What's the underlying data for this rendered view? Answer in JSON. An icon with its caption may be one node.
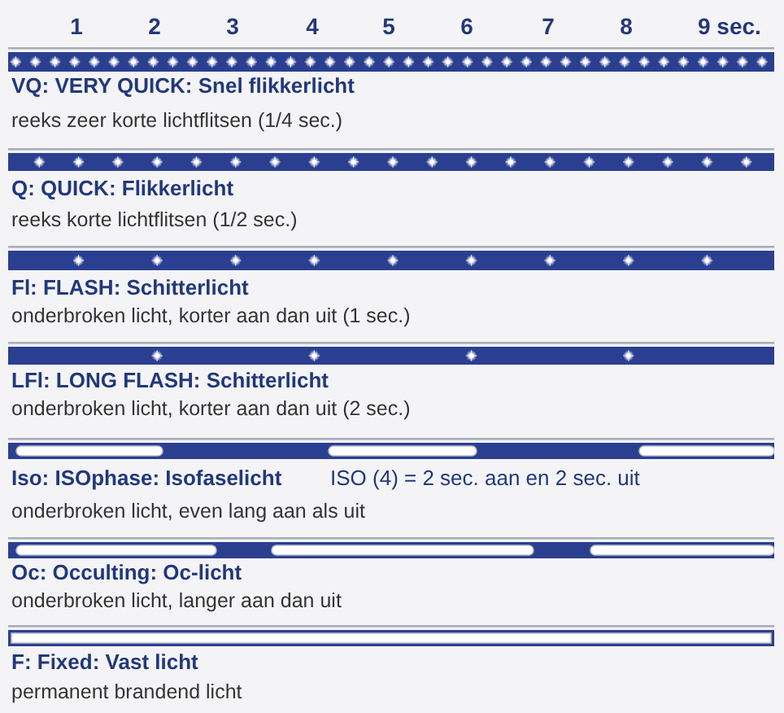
{
  "diagram": {
    "labels": [
      "1",
      "2",
      "3",
      "4",
      "5",
      "6",
      "7",
      "8",
      "9 sec.",
      "VQ: VERY QUICK: Snel flikkerlicht",
      "reeks zeer korte lichtflitsen (1/4 sec.)",
      "Q: QUICK: Flikkerlicht",
      "reeks korte lichtflitsen (1/2 sec.)",
      "Fl: FLASH: Schitterlicht",
      "onderbroken licht, korter aan dan uit (1 sec.)",
      "LFl: LONG FLASH: Schitterlicht",
      "onderbroken licht, korter aan dan uit (2 sec.)",
      "Iso: ISOphase: Isofaselicht",
      "ISO (4) = 2 sec. aan en 2 sec. uit",
      "onderbroken licht, even lang aan als uit",
      "Oc: Occulting: Oc-licht",
      "onderbroken licht, langer aan dan uit",
      "F: Fixed: Vast licht",
      "permanent brandend licht"
    ]
  }
}
